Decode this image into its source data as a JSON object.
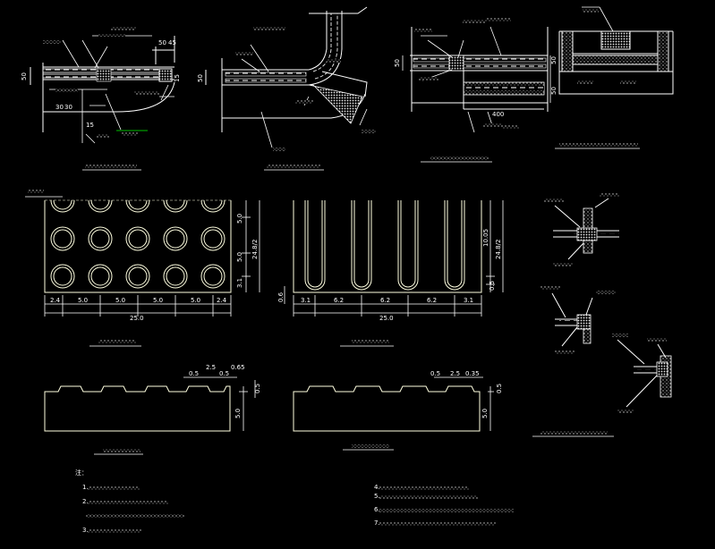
{
  "colors": {
    "background": "#000000",
    "outline": "#ffffe0",
    "dimension": "#ffffff",
    "leader": "#f0f0f0",
    "pattern": "#bfbfbf",
    "note": "#ffffff",
    "accent_green": "#00c000"
  },
  "panels": {
    "top1": {
      "title": "",
      "labels": [
        "",
        "",
        "",
        "",
        ""
      ],
      "dims": [
        "50",
        "45",
        "50",
        "30",
        "30",
        "15",
        "15"
      ]
    },
    "top2": {
      "title": "",
      "labels": [
        "",
        "",
        "",
        "",
        ""
      ],
      "dims": [
        "50"
      ]
    },
    "top3": {
      "title": "",
      "labels": [
        "",
        "",
        "",
        ""
      ],
      "dims": [
        "50",
        "400",
        "50",
        "50"
      ]
    },
    "top4": {
      "title": "",
      "labels": [
        "",
        ""
      ]
    },
    "dot_plan": {
      "edge_label": "",
      "bottom_dims": [
        "2.4",
        "5.0",
        "5.0",
        "5.0",
        "5.0",
        "2.4"
      ],
      "total": "25.0",
      "right_dims": [
        "5.0",
        "5.0",
        "3.1"
      ],
      "right_total": "24.8/2",
      "title": ""
    },
    "bar_plan": {
      "bottom_dims": [
        "3.1",
        "6.2",
        "6.2",
        "6.2",
        "3.1"
      ],
      "total": "25.0",
      "right_dims": [
        "10.05",
        "0.5"
      ],
      "right_total": "24.8/2",
      "left_dim": "0.6",
      "title": ""
    },
    "dot_section": {
      "top_dims": [
        "0.5",
        "2.5",
        "0.5",
        "0.65"
      ],
      "right_dims": [
        "5.0",
        "0.5"
      ],
      "title": ""
    },
    "bar_section": {
      "top_dims": [
        "0.5",
        "2.5",
        "0.35"
      ],
      "right_dims": [
        "5.0",
        "0.5"
      ],
      "title": ""
    },
    "right_group": {
      "labels": [
        "",
        "",
        "",
        "",
        "",
        "",
        "",
        ""
      ],
      "title": ""
    }
  },
  "notes": {
    "heading": "注：",
    "lines": [
      "1.",
      "2.",
      "",
      "3."
    ],
    "lines_right": [
      "4.",
      "5.",
      "6.",
      "7."
    ]
  }
}
